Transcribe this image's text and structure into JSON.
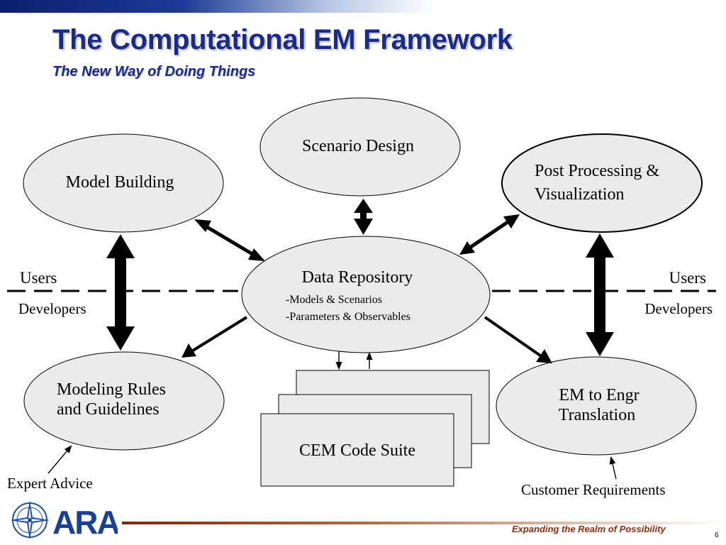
{
  "slide": {
    "title": "The Computational EM Framework",
    "subtitle": "The New Way of Doing Things",
    "page_number": "6",
    "slogan": "Expanding the Realm of Possibility",
    "logo_text": "ARA"
  },
  "diagram": {
    "nodes": {
      "scenario_design": "Scenario Design",
      "model_building": "Model Building",
      "post_processing_line1": "Post Processing &",
      "post_processing_line2": "Visualization",
      "data_repository": "Data Repository",
      "data_repository_item1": "-Models & Scenarios",
      "data_repository_item2": "-Parameters & Observables",
      "modeling_rules_line1": "Modeling Rules",
      "modeling_rules_line2": "and Guidelines",
      "em_to_engr_line1": "EM to Engr",
      "em_to_engr_line2": "Translation",
      "cem_code_suite": "CEM Code Suite"
    },
    "labels": {
      "users_left": "Users",
      "developers_left": "Developers",
      "users_right": "Users",
      "developers_right": "Developers",
      "expert_advice": "Expert Advice",
      "customer_requirements": "Customer Requirements"
    }
  },
  "colors": {
    "title": "#1a2b8c",
    "node_fill": "#ebebeb",
    "slogan": "#8b2d0c"
  }
}
